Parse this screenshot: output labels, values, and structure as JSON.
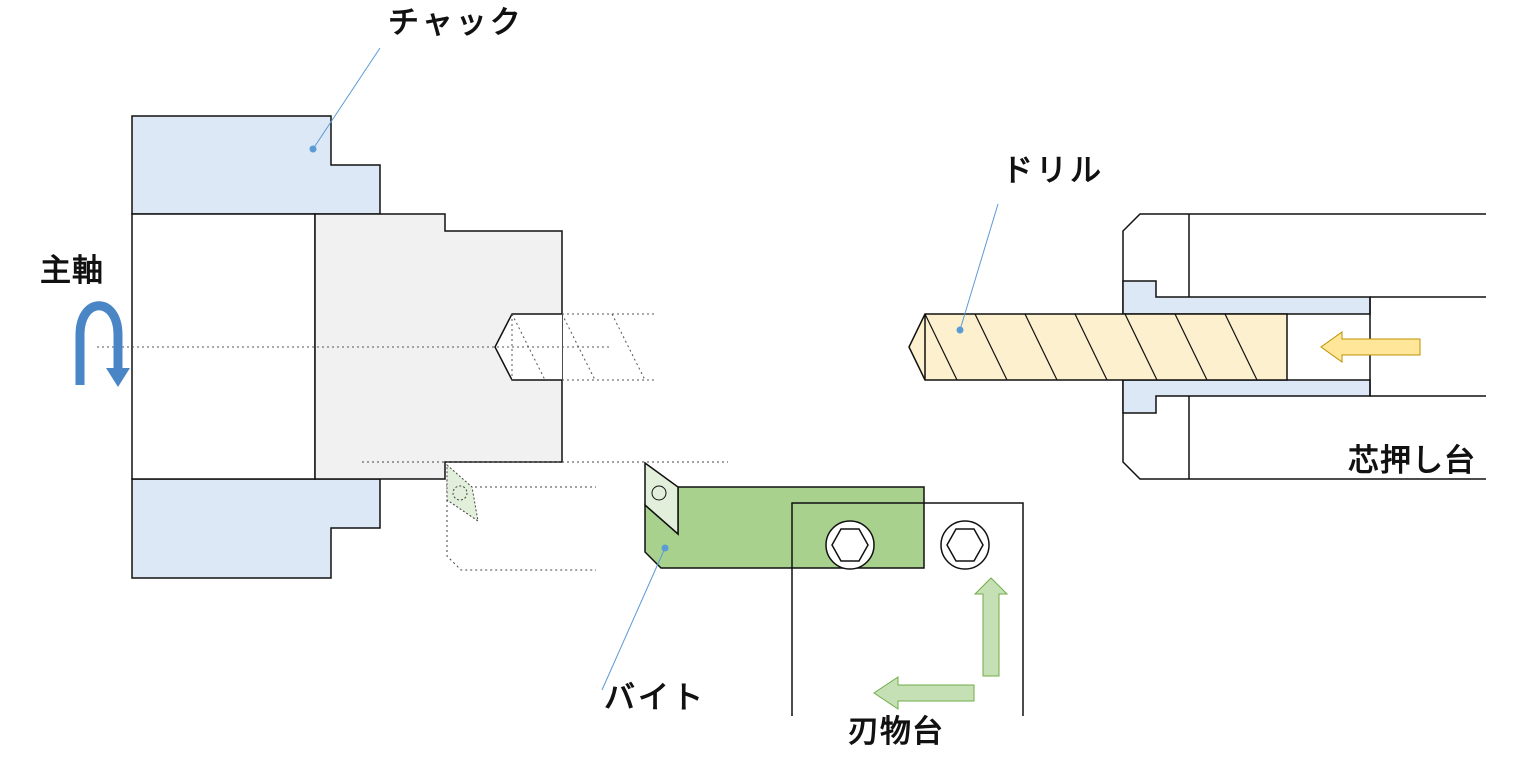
{
  "labels": {
    "chuck": "チャック",
    "spindle": "主軸",
    "drill": "ドリル",
    "tailstock": "芯押し台",
    "bite": "バイト",
    "tool_post": "刃物台"
  },
  "colors": {
    "chuck_fill": "#dce8f5",
    "workpiece_fill": "#f1f1f1",
    "drill_fill": "#fdf0ce",
    "tool_fill": "#a9d18e",
    "tool_insert_fill": "#e2efda",
    "feed_arrow_fill": "#c5e0b4",
    "drill_arrow_fill": "#ffe699",
    "rotation_arrow": "#4a86c5",
    "leader_line": "#5b9bd5",
    "outline": "#111111"
  },
  "icons": {
    "rotation": "curved-rotation-arrow-icon",
    "drill_feed": "left-arrow-icon",
    "tool_feed_x": "left-arrow-icon",
    "tool_feed_z": "up-arrow-icon",
    "bolt": "hex-socket-bolt-icon"
  }
}
